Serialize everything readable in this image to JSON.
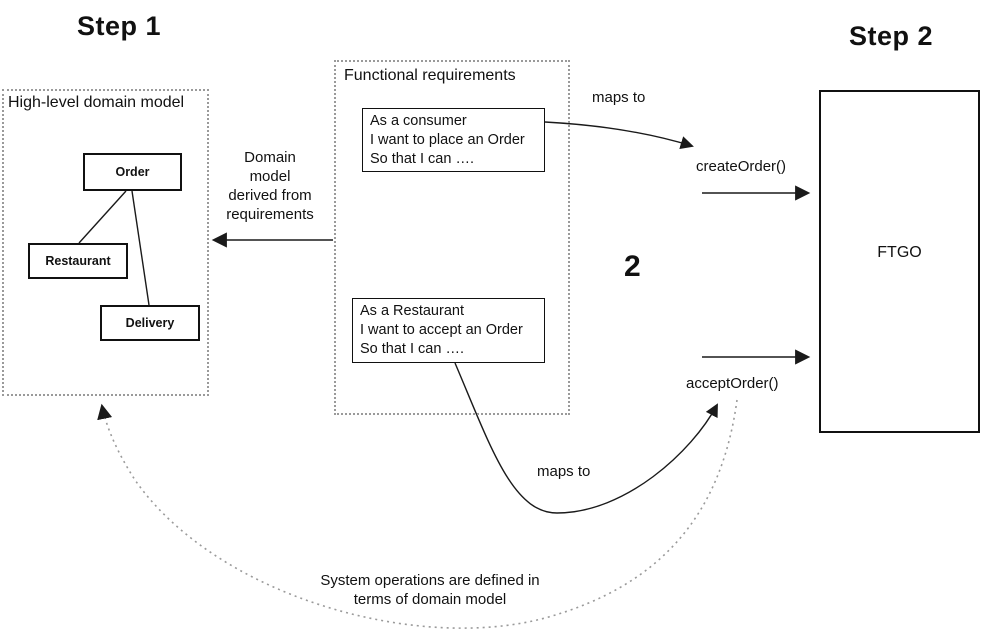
{
  "titles": {
    "step1": "Step 1",
    "step2": "Step 2"
  },
  "domain_model": {
    "label": "High-level domain model",
    "entities": [
      "Order",
      "Restaurant",
      "Delivery"
    ]
  },
  "requirements": {
    "label": "Functional requirements",
    "consumer_story": "As a consumer\nI want to place an Order\nSo that I can ….",
    "restaurant_story": "As a Restaurant\nI want to accept an Order\nSo that I can …."
  },
  "system": {
    "name": "FTGO"
  },
  "operations": {
    "create": "createOrder()",
    "accept": "acceptOrder()"
  },
  "annotations": {
    "derived": "Domain\nmodel\nderived from\nrequirements",
    "maps_to_top": "maps to",
    "maps_to_bottom": "maps to",
    "figure_number": "2",
    "system_note": "System operations are defined in\nterms of domain model"
  },
  "colors": {
    "line": "#1a1a1a",
    "dotted": "#9a9a9a"
  }
}
